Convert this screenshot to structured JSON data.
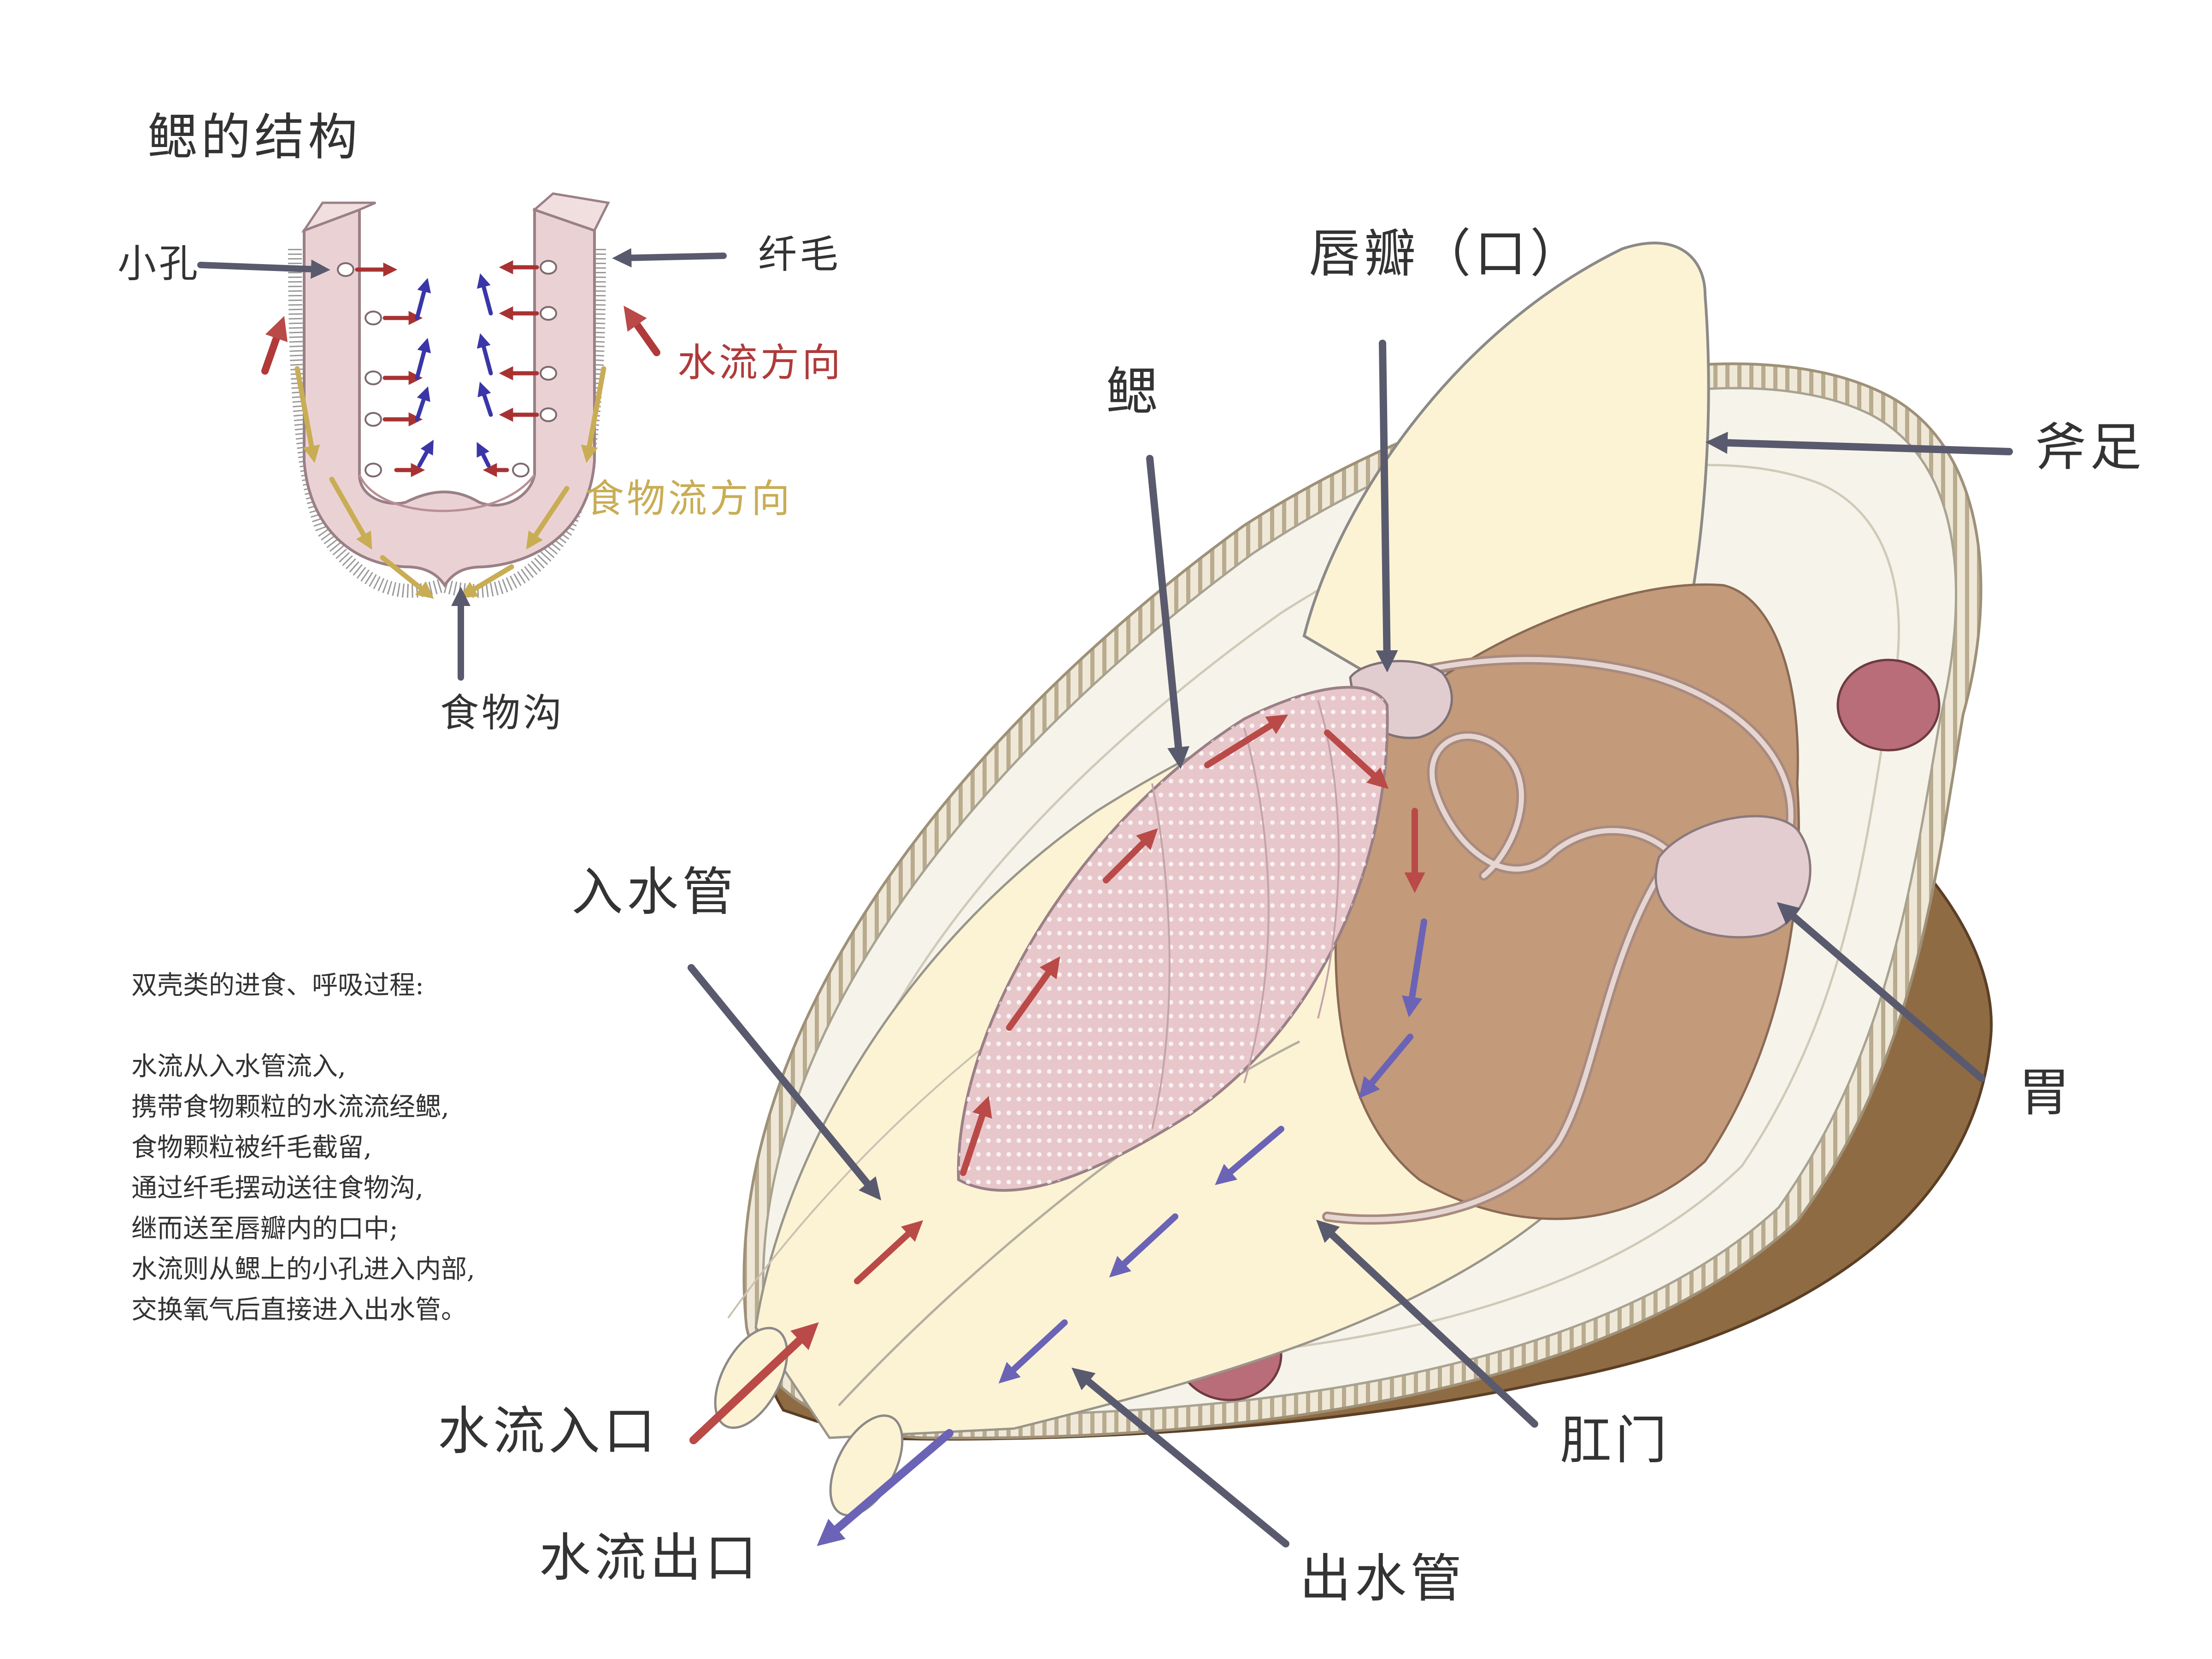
{
  "inset": {
    "title": "鳃的结构",
    "labels": {
      "pores": "小孔",
      "cilia": "纤毛",
      "water_flow": "水流方向",
      "food_flow": "食物流方向",
      "food_groove": "食物沟"
    }
  },
  "labels": {
    "labial_palp": "唇瓣（口）",
    "gill": "鳃",
    "foot": "斧足",
    "incurrent_siphon": "入水管",
    "stomach": "胃",
    "anus": "肛门",
    "water_inlet": "水流入口",
    "water_outlet": "水流出口",
    "excurrent_siphon": "出水管"
  },
  "description": {
    "title": "双壳类的进食、呼吸过程:",
    "lines": [
      "水流从入水管流入,",
      "携带食物颗粒的水流流经鳃,",
      "食物颗粒被纤毛截留,",
      "通过纤毛摆动送往食物沟,",
      "继而送至唇瓣内的口中;",
      "水流则从鳃上的小孔进入内部,",
      "交换氧气后直接进入出水管。"
    ]
  },
  "colors": {
    "water_in_arrow": "#b94a48",
    "water_out_arrow": "#6b63b5",
    "food_arrow": "#c9ad55",
    "pointer": "#5a5a6e",
    "gill_pink": "#e8c7cb",
    "body_cream": "#fbf3d4",
    "viscera_brown": "#c39a7a",
    "shell_edge": "#8a6a4a",
    "muscle_scar": "#b96d78"
  }
}
